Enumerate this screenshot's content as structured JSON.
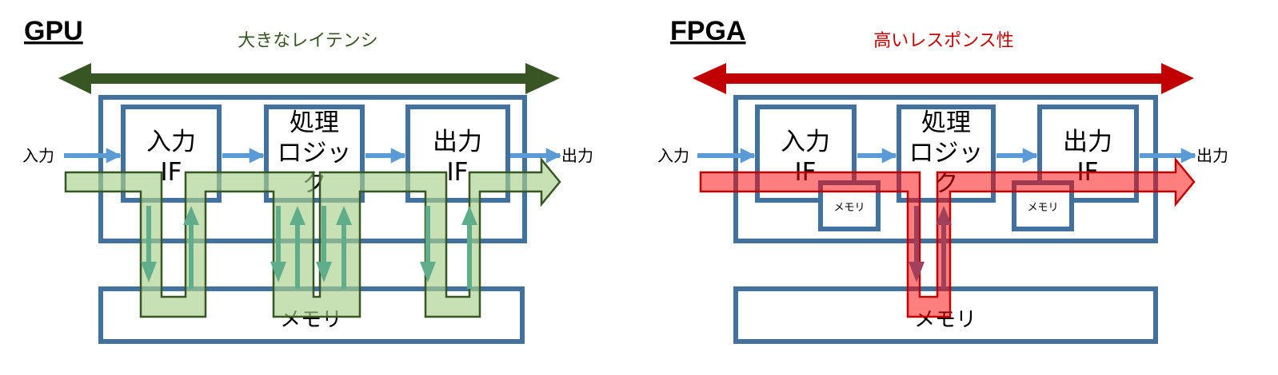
{
  "colors": {
    "box_stroke": "#41719c",
    "io_arrow": "#5b9bd5",
    "gpu_accent": "#375623",
    "gpu_path_fill": "#a9d18e",
    "gpu_path_stroke": "#375623",
    "gpu_mem_arrow": "#5fad8a",
    "fpga_accent": "#c00000",
    "fpga_path_fill": "#ff0000",
    "fpga_path_stroke": "#c00000",
    "fpga_mem_arrow": "#a0405a"
  },
  "gpu": {
    "title": "GPU",
    "caption": "大きなレイテンシ",
    "input_label": "入力",
    "output_label": "出力",
    "blocks": [
      {
        "line1": "入力",
        "line2": "IF"
      },
      {
        "line1": "処理",
        "line2": "ロジッ",
        "line3": "ク"
      },
      {
        "line1": "出力",
        "line2": "IF"
      }
    ],
    "memory_label": "メモリ"
  },
  "fpga": {
    "title": "FPGA",
    "caption": "高いレスポンス性",
    "input_label": "入力",
    "output_label": "出力",
    "blocks": [
      {
        "line1": "入力",
        "line2": "IF"
      },
      {
        "line1": "処理",
        "line2": "ロジッ",
        "line3": "ク"
      },
      {
        "line1": "出力",
        "line2": "IF"
      }
    ],
    "local_memory_label": "メモリ",
    "memory_label": "メモリ"
  }
}
